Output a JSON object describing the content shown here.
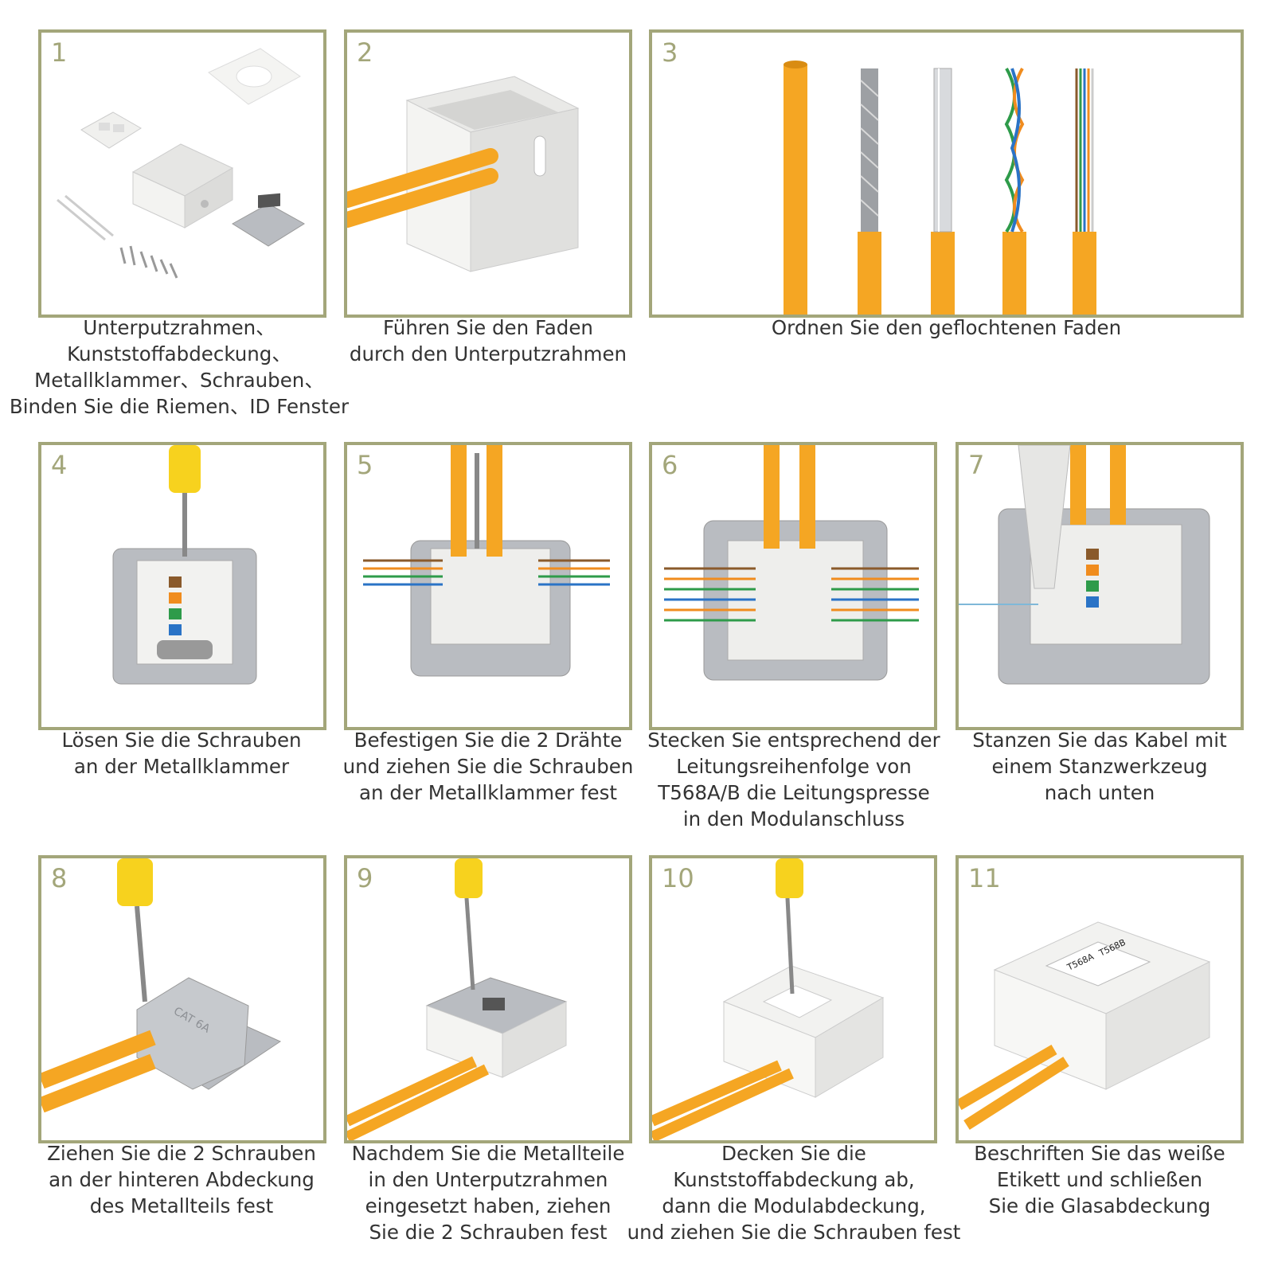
{
  "steps": [
    {
      "number": "1",
      "caption": [
        "Unterputzrahmen、",
        "Kunststoffabdeckung、",
        "Metallklammer、Schrauben、",
        "Binden Sie die Riemen、ID Fenster"
      ]
    },
    {
      "number": "2",
      "caption": [
        "Führen Sie den Faden",
        "durch den Unterputzrahmen"
      ]
    },
    {
      "number": "3",
      "caption": [
        "Ordnen Sie den geflochtenen Faden"
      ]
    },
    {
      "number": "4",
      "caption": [
        "Lösen Sie die Schrauben",
        "an der Metallklammer"
      ]
    },
    {
      "number": "5",
      "caption": [
        "Befestigen Sie die 2 Drähte",
        "und ziehen Sie die Schrauben",
        "an der Metallklammer fest"
      ]
    },
    {
      "number": "6",
      "caption": [
        "Stecken Sie entsprechend der",
        "Leitungsreihenfolge von",
        "T568A/B die Leitungspresse",
        "in den Modulanschluss"
      ]
    },
    {
      "number": "7",
      "caption": [
        "Stanzen Sie das Kabel mit",
        "einem Stanzwerkzeug",
        "nach unten"
      ]
    },
    {
      "number": "8",
      "caption": [
        "Ziehen Sie die 2 Schrauben",
        "an der hinteren Abdeckung",
        "des Metallteils fest"
      ]
    },
    {
      "number": "9",
      "caption": [
        "Nachdem Sie die Metallteile",
        "in den Unterputzrahmen",
        "eingesetzt haben, ziehen",
        "Sie die 2 Schrauben fest"
      ]
    },
    {
      "number": "10",
      "caption": [
        "Decken Sie die",
        "Kunststoffabdeckung ab,",
        "dann die Modulabdeckung,",
        "und ziehen Sie die Schrauben fest"
      ]
    },
    {
      "number": "11",
      "caption": [
        "Beschriften Sie das weiße",
        "Etikett und schließen",
        "Sie die Glasabdeckung"
      ]
    }
  ],
  "labels": {
    "cat6a": "CAT 6A",
    "t568a": "T568A",
    "t568b": "T568B"
  },
  "colors": {
    "frame": "#a3a67a",
    "cable": "#f5a623",
    "screwdriver": "#f7d21e",
    "metal": "#b4b8bd",
    "box": "#f2f2f0"
  }
}
